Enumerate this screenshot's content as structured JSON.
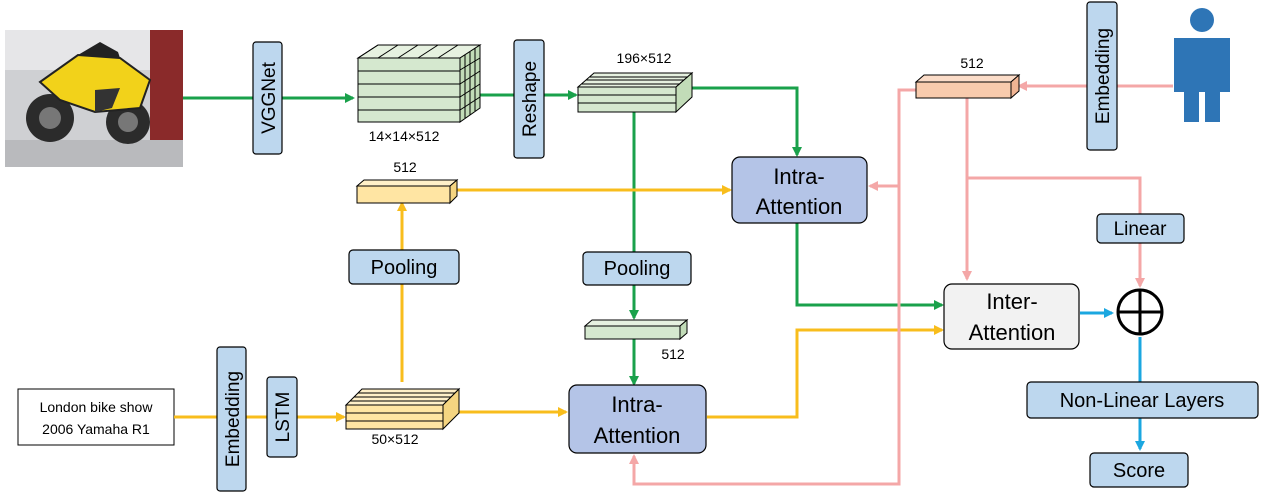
{
  "colors": {
    "green": "#1aa14b",
    "yellow": "#f8bd1c",
    "pink": "#f4a7a7",
    "blue": "#1ba7e0",
    "box_fill": "#bdd7ee",
    "attention_fill": "#b4c4e7",
    "inter_fill": "#f2f2f2",
    "green_tensor": "#d5e8cf",
    "yellow_tensor": "#ffe5a3",
    "pink_tensor": "#f8cbad"
  },
  "image_input": {
    "icon": "motorcycle-photo"
  },
  "text_input": {
    "line1": "London bike show",
    "line2": "2006 Yamaha R1"
  },
  "user_icon": "person-icon",
  "labels": {
    "vggnet": "VGGNet",
    "reshape": "Reshape",
    "embedding_text": "Embedding",
    "lstm": "LSTM",
    "pooling_text": "Pooling",
    "pooling_image": "Pooling",
    "embedding_user": "Embedding",
    "linear": "Linear",
    "nonlinear": "Non-Linear Layers",
    "score": "Score",
    "intra_top_1": "Intra-",
    "intra_top_2": "Attention",
    "intra_bottom_1": "Intra-",
    "intra_bottom_2": "Attention",
    "inter_1": "Inter-",
    "inter_2": "Attention",
    "plus": "⊕"
  },
  "dims": {
    "cube_image": "14×14×512",
    "reshaped": "196×512",
    "text_pooled": "512",
    "image_pooled": "512",
    "text_seq": "50×512",
    "user_vec": "512"
  }
}
